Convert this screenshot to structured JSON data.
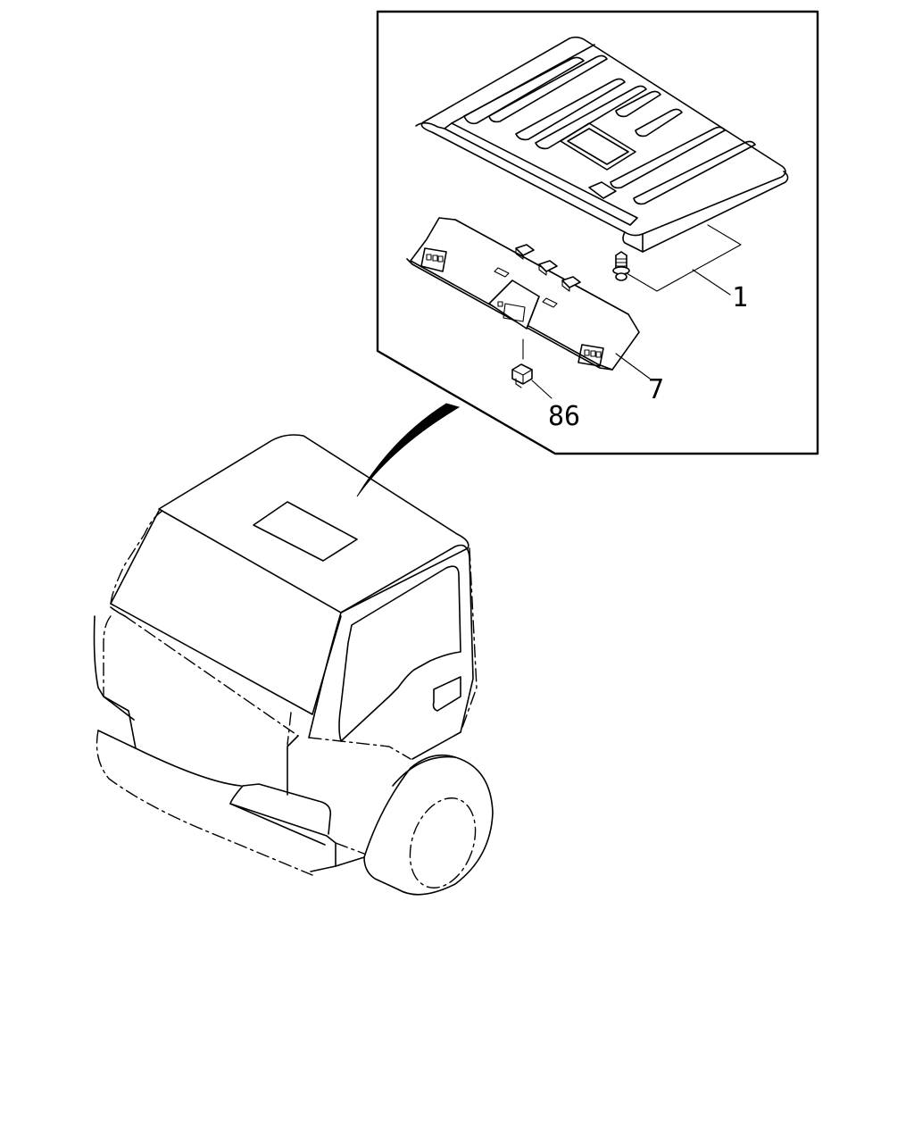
{
  "diagram": {
    "callouts": [
      {
        "id": "part-1",
        "label": "1"
      },
      {
        "id": "part-7",
        "label": "7"
      },
      {
        "id": "part-86",
        "label": "86"
      }
    ]
  }
}
